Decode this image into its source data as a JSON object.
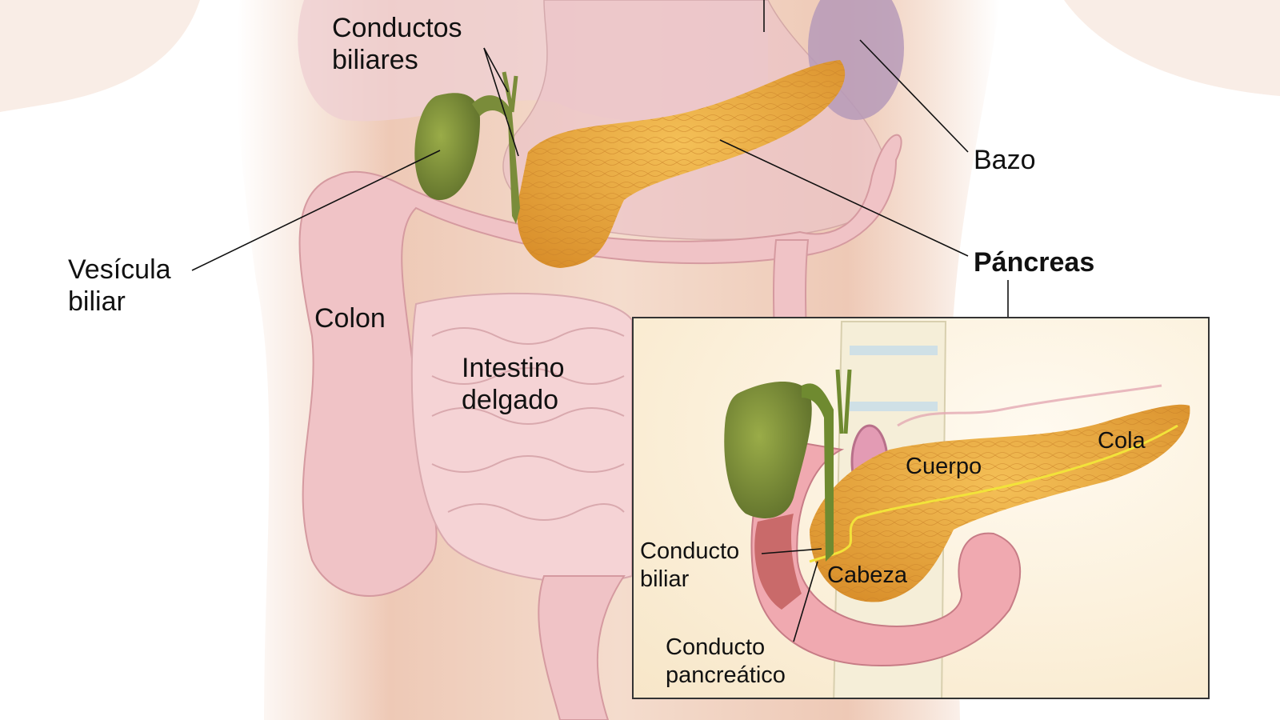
{
  "diagram": {
    "type": "anatomical-illustration",
    "language": "es",
    "main_view": {
      "labels": [
        {
          "id": "bile-ducts",
          "text_line1": "Conductos",
          "text_line2": "biliares"
        },
        {
          "id": "spleen",
          "text": "Bazo"
        },
        {
          "id": "gallbladder",
          "text_line1": "Vesícula",
          "text_line2": "biliar"
        },
        {
          "id": "pancreas",
          "text": "Páncreas"
        },
        {
          "id": "colon",
          "text": "Colon"
        },
        {
          "id": "small-intestine",
          "text_line1": "Intestino",
          "text_line2": "delgado"
        }
      ]
    },
    "inset_view": {
      "labels": [
        {
          "id": "body",
          "text": "Cuerpo"
        },
        {
          "id": "tail",
          "text": "Cola"
        },
        {
          "id": "head",
          "text": "Cabeza"
        },
        {
          "id": "bile-duct",
          "text_line1": "Conducto",
          "text_line2": "biliar"
        },
        {
          "id": "pancreatic-duct",
          "text_line1": "Conducto",
          "text_line2": "pancreático"
        }
      ]
    },
    "colors": {
      "skin": "#f3d9c8",
      "organ_pink": "#f2c6c8",
      "pancreas": "#e8a83a",
      "gallbladder": "#7f8f3a",
      "spleen": "#b69ab8",
      "inset_bg": "#fbefd8",
      "leader_line": "#111111"
    }
  }
}
